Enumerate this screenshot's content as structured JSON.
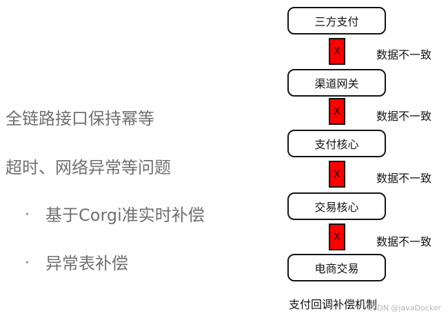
{
  "left_panel": {
    "line1": "全链路接口保持幂等",
    "line2": "超时、网络异常等问题",
    "bullets": [
      {
        "marker": "·",
        "text": "基于Corgi准实时补偿"
      },
      {
        "marker": "·",
        "text": "异常表补偿"
      }
    ]
  },
  "flow": {
    "nodes": [
      "三方支付",
      "渠道网关",
      "支付核心",
      "交易核心",
      "电商交易"
    ],
    "connector_mark": "X",
    "mismatch_label": "数据不一致",
    "caption": "支付回调补偿机制",
    "connector_color": "#ff0000"
  },
  "watermark": "CSDN @javaDocker"
}
